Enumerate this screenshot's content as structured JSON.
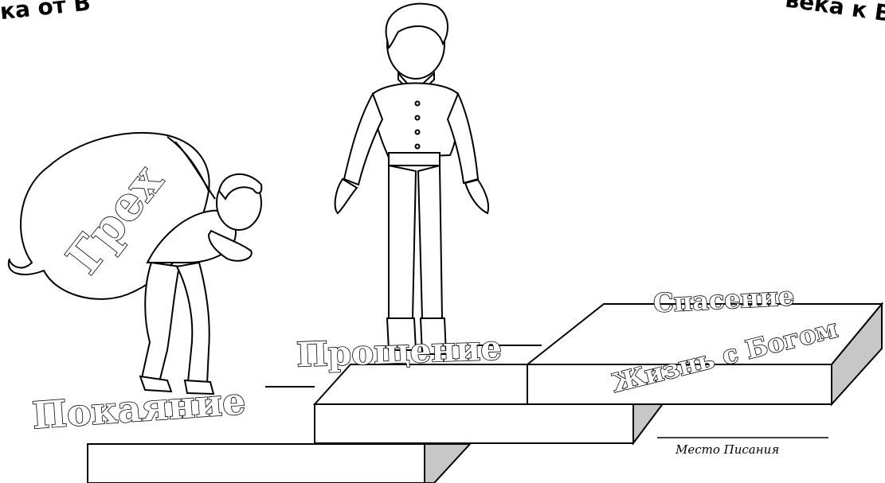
{
  "header": {
    "left_fragment": "ка от В",
    "right_fragment": "века к В"
  },
  "labels": {
    "sack": "Грех",
    "step1": "Покаяние",
    "step2": "Прощение",
    "step3_top": "Спасение",
    "step3_bottom": "Жизнь с Богом"
  },
  "scripture": {
    "caption": "Место Писания"
  }
}
